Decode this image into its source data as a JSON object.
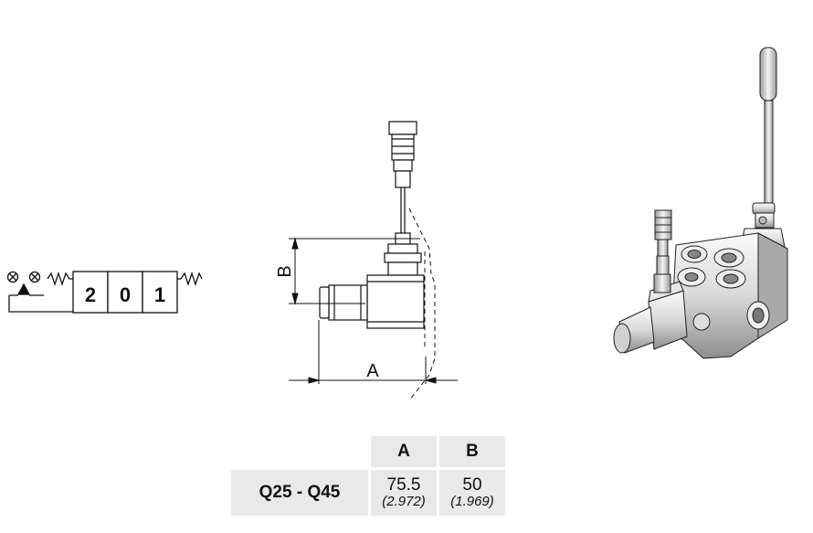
{
  "schematic": {
    "positions": [
      "2",
      "0",
      "1"
    ]
  },
  "dimensions": {
    "label_a": "A",
    "label_b": "B"
  },
  "table": {
    "columns": [
      "A",
      "B"
    ],
    "rows": [
      {
        "model": "Q25 - Q45",
        "values": [
          {
            "main": "75.5",
            "sub": "(2.972)"
          },
          {
            "main": "50",
            "sub": "(1.969)"
          }
        ]
      }
    ]
  }
}
